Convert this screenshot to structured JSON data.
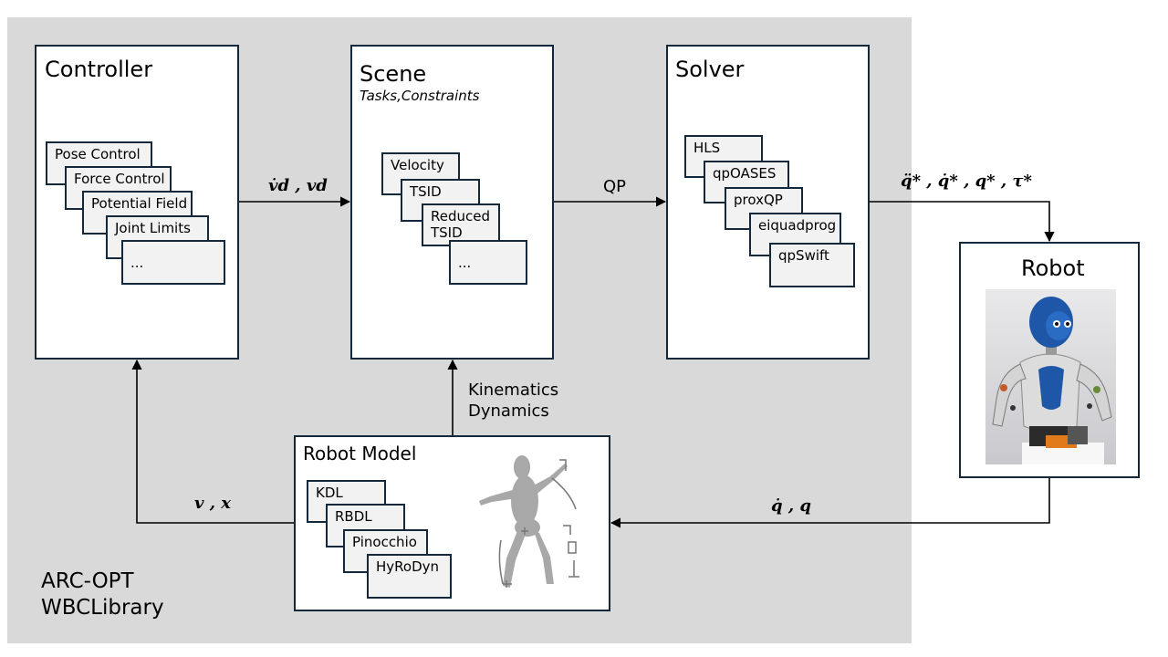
{
  "controller": {
    "title": "Controller",
    "items": [
      "Pose Control",
      "Force Control",
      "Potential Field",
      "Joint Limits",
      "..."
    ]
  },
  "scene": {
    "title": "Scene",
    "subtitle": "Tasks,Constraints",
    "items": [
      "Velocity",
      "TSID",
      "Reduced TSID",
      "..."
    ]
  },
  "solver": {
    "title": "Solver",
    "items": [
      "HLS",
      "qpOASES",
      "proxQP",
      "eiquadprog",
      "qpSwift"
    ]
  },
  "robot": {
    "title": "Robot"
  },
  "robot_model": {
    "title": "Robot Model",
    "items": [
      "KDL",
      "RBDL",
      "Pinocchio",
      "HyRoDyn"
    ]
  },
  "labels": {
    "controller_to_scene": "v̇d , vd",
    "scene_to_solver": "QP",
    "solver_to_robot": "q̈* , q̇* , q* , τ*",
    "robot_to_model": "q̇ , q",
    "model_to_controller": "v , x",
    "model_to_scene_line1": "Kinematics",
    "model_to_scene_line2": "Dynamics"
  },
  "branding": {
    "line1": "ARC-OPT",
    "line2": "WBCLibrary"
  },
  "colors": {
    "background_region": "#d9d9d9",
    "border": "#13283b",
    "card_fill": "#f2f2f2",
    "robot_blue": "#1f57a8"
  }
}
